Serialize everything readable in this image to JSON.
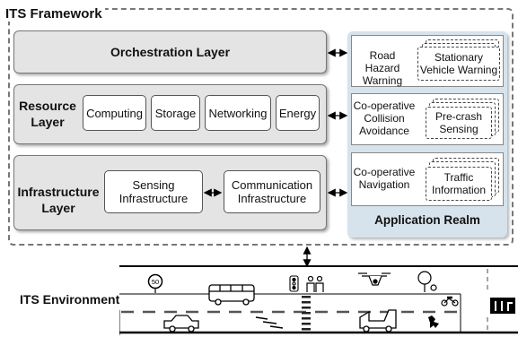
{
  "framework": {
    "title": "ITS Framework"
  },
  "layers": {
    "orchestration": {
      "title": "Orchestration Layer"
    },
    "resource": {
      "title_line1": "Resource",
      "title_line2": "Layer",
      "items": [
        "Computing",
        "Storage",
        "Networking",
        "Energy"
      ]
    },
    "infrastructure": {
      "title_line1": "Infrastructure",
      "title_line2": "Layer",
      "sensing_line1": "Sensing",
      "sensing_line2": "Infrastructure",
      "comm_line1": "Communication",
      "comm_line2": "Infrastructure"
    }
  },
  "application_realm": {
    "title": "Application Realm",
    "apps": [
      {
        "label_lines": [
          "Road Hazard",
          "Warning"
        ],
        "sub_lines": [
          "Stationary",
          "Vehicle Warning"
        ]
      },
      {
        "label_lines": [
          "Co-operative",
          "Collision",
          "Avoidance"
        ],
        "sub_lines": [
          "Pre-crash",
          "Sensing"
        ]
      },
      {
        "label_lines": [
          "Co-operative",
          "Navigation"
        ],
        "sub_lines": [
          "Traffic",
          "Information"
        ]
      }
    ]
  },
  "environment": {
    "label": "ITS Environment",
    "speed_sign": "50"
  },
  "icons": [
    "speed-limit-sign-icon",
    "bus-icon",
    "traffic-light-icon",
    "pedestrians-icon",
    "drone-icon",
    "tree-icon",
    "motorcycle-icon",
    "car-icon",
    "truck-icon",
    "dog-icon",
    "lane-sign-icon"
  ]
}
